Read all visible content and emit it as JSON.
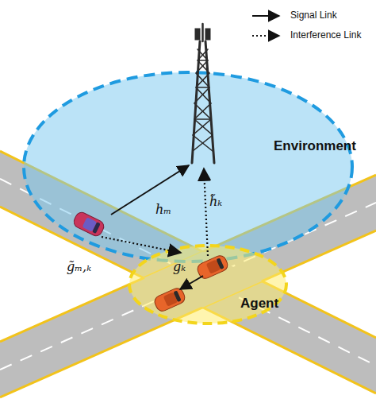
{
  "diagram": {
    "nodes": [
      {
        "text": [
          "Environment"
        ]
      },
      {
        "text": [
          "Agent"
        ]
      }
    ],
    "labels": [
      "hₘ",
      "h̃ₖ",
      "g̃ₘ,ₖ",
      "gₖ"
    ],
    "legend": [
      {
        "text": "Signal Link"
      },
      {
        "text": "Interference Link"
      }
    ]
  }
}
